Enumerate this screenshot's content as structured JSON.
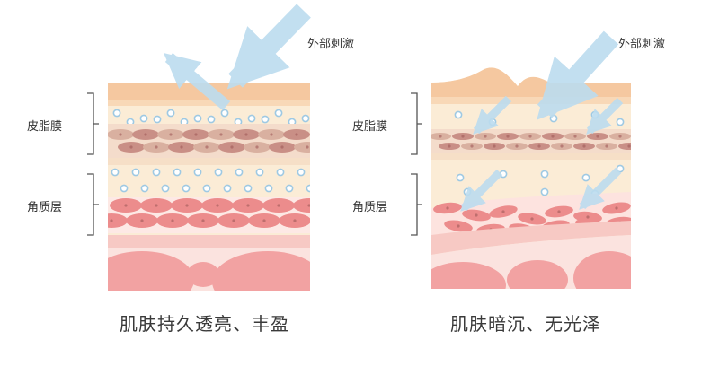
{
  "left_panel": {
    "stimulus_label": "外部刺激",
    "layer_top_label": "皮脂膜",
    "layer_bottom_label": "角质层",
    "caption": "肌肤持久透亮、丰盈"
  },
  "right_panel": {
    "stimulus_label": "外部刺激",
    "layer_top_label": "皮脂膜",
    "layer_bottom_label": "角质层",
    "caption": "肌肤暗沉、无光泽"
  },
  "colors": {
    "arrow": "#bcdcef",
    "top_band": "#f5c8a0",
    "cream": "#fbecd6",
    "cell_light": "#d9b0a0",
    "cell_dark": "#c98f86",
    "cell_pink": "#ec8c8c",
    "deep_pink": "#f2a2a2",
    "band_pink": "#f7c9c4",
    "dot": "#ffffff",
    "dot_ring": "#9ec9e3"
  },
  "icons": [
    "arrow-icon",
    "bracket-icon"
  ]
}
